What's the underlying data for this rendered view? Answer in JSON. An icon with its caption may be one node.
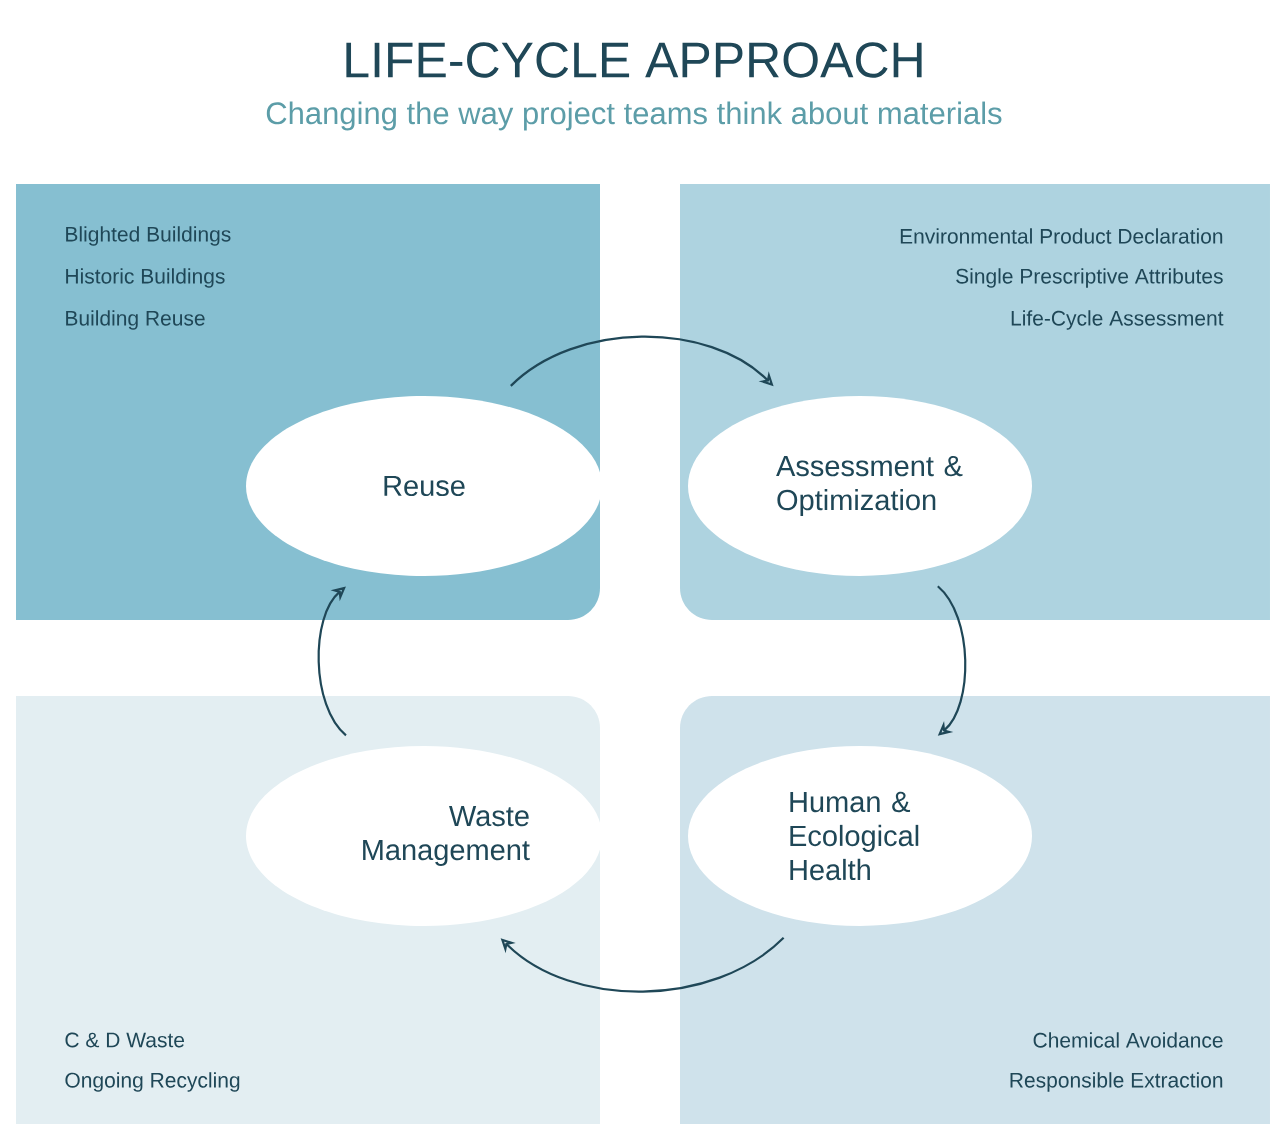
{
  "diagram": {
    "title": "LIFE-CYCLE APPROACH",
    "caption": "Changing the way project teams think about materials",
    "nodes": [
      {
        "text": [
          "Blighted Buildings",
          "Historic Buildings",
          "Building Reuse"
        ]
      },
      {
        "text": [
          "Environmental Product Declaration",
          "Single Prescriptive Attributes",
          "Life-Cycle Assessment"
        ]
      },
      {
        "text": [
          "C & D Waste",
          "Ongoing Recycling"
        ]
      },
      {
        "text": [
          "Chemical Avoidance",
          "Responsible Extraction"
        ]
      },
      {
        "text": [
          "Reuse"
        ],
        "in": 0
      },
      {
        "text": [
          "Assessment & Optimization"
        ],
        "in": 1
      },
      {
        "text": [
          "Waste Management"
        ],
        "in": 2
      },
      {
        "text": [
          "Human & Ecological Health"
        ],
        "in": 3
      }
    ],
    "edges": [
      {
        "from": 4,
        "to": 5,
        "arrow": "to"
      },
      {
        "from": 5,
        "to": 7,
        "arrow": "to"
      },
      {
        "from": 7,
        "to": 6,
        "arrow": "to"
      },
      {
        "from": 6,
        "to": 4,
        "arrow": "to"
      }
    ]
  }
}
